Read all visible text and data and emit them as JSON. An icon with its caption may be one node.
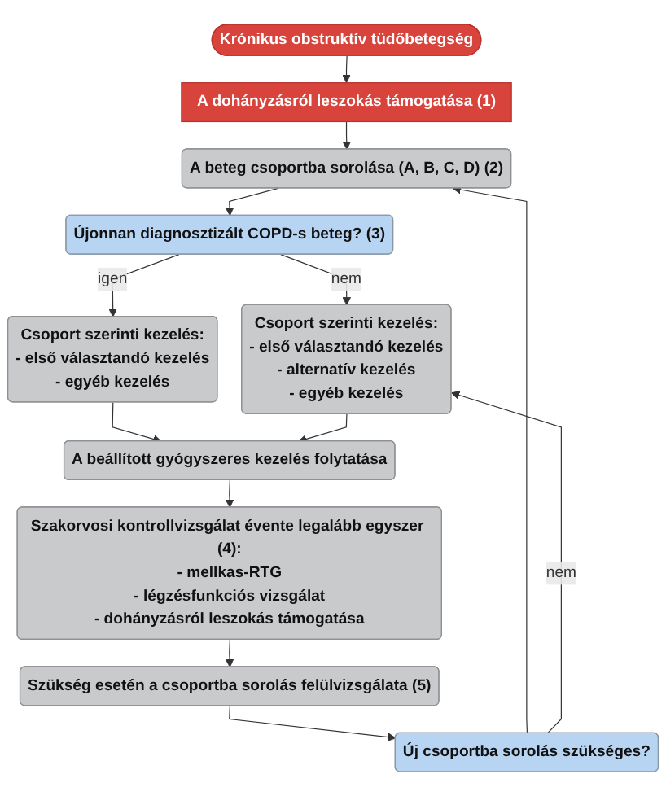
{
  "diagram": {
    "nodes": [
      {
        "text": [
          "Krónikus obstruktív tüdőbetegség"
        ]
      },
      {
        "text": [
          "A dohányzásról leszokás támogatása (1)"
        ]
      },
      {
        "text": [
          "A beteg csoportba sorolása (A, B, C, D) (2)"
        ]
      },
      {
        "text": [
          "Újonnan diagnosztizált COPD-s beteg? (3)"
        ]
      },
      {
        "text": [
          "Csoport szerinti kezelés:",
          "- első választandó kezelés",
          "- egyéb kezelés"
        ]
      },
      {
        "text": [
          "Csoport szerinti kezelés:",
          "- első választandó kezelés",
          "- alternatív kezelés",
          "- egyéb kezelés"
        ]
      },
      {
        "text": [
          "A beállított gyógyszeres kezelés folytatása"
        ]
      },
      {
        "text": [
          "Szakorvosi kontrollvizsgálat évente legalább egyszer (4):",
          "- mellkas-RTG",
          "- légzésfunkciós vizsgálat",
          "- dohányzásról leszokás támogatása"
        ]
      },
      {
        "text": [
          "Szükség esetén a csoportba sorolás felülvizsgálata (5)"
        ]
      },
      {
        "text": [
          "Új csoportba sorolás szükséges?"
        ]
      }
    ],
    "edges": [
      {
        "from": 0,
        "to": 1,
        "arrow": "to"
      },
      {
        "from": 1,
        "to": 2,
        "arrow": "to"
      },
      {
        "from": 2,
        "to": 3,
        "arrow": "to"
      },
      {
        "from": 3,
        "to": 5,
        "arrow": "to",
        "label": "nem"
      },
      {
        "from": 3,
        "to": 4,
        "arrow": "to",
        "label": "igen"
      },
      {
        "from": 4,
        "to": 6,
        "arrow": "to"
      },
      {
        "from": 5,
        "to": 6,
        "arrow": "to"
      },
      {
        "from": 6,
        "to": 7,
        "arrow": "to"
      },
      {
        "from": 7,
        "to": 8,
        "arrow": "to"
      },
      {
        "from": 8,
        "to": 9,
        "arrow": "to"
      },
      {
        "from": 9,
        "to": 2,
        "arrow": "to"
      },
      {
        "from": 9,
        "to": 5,
        "arrow": "to",
        "label": "nem"
      }
    ]
  }
}
